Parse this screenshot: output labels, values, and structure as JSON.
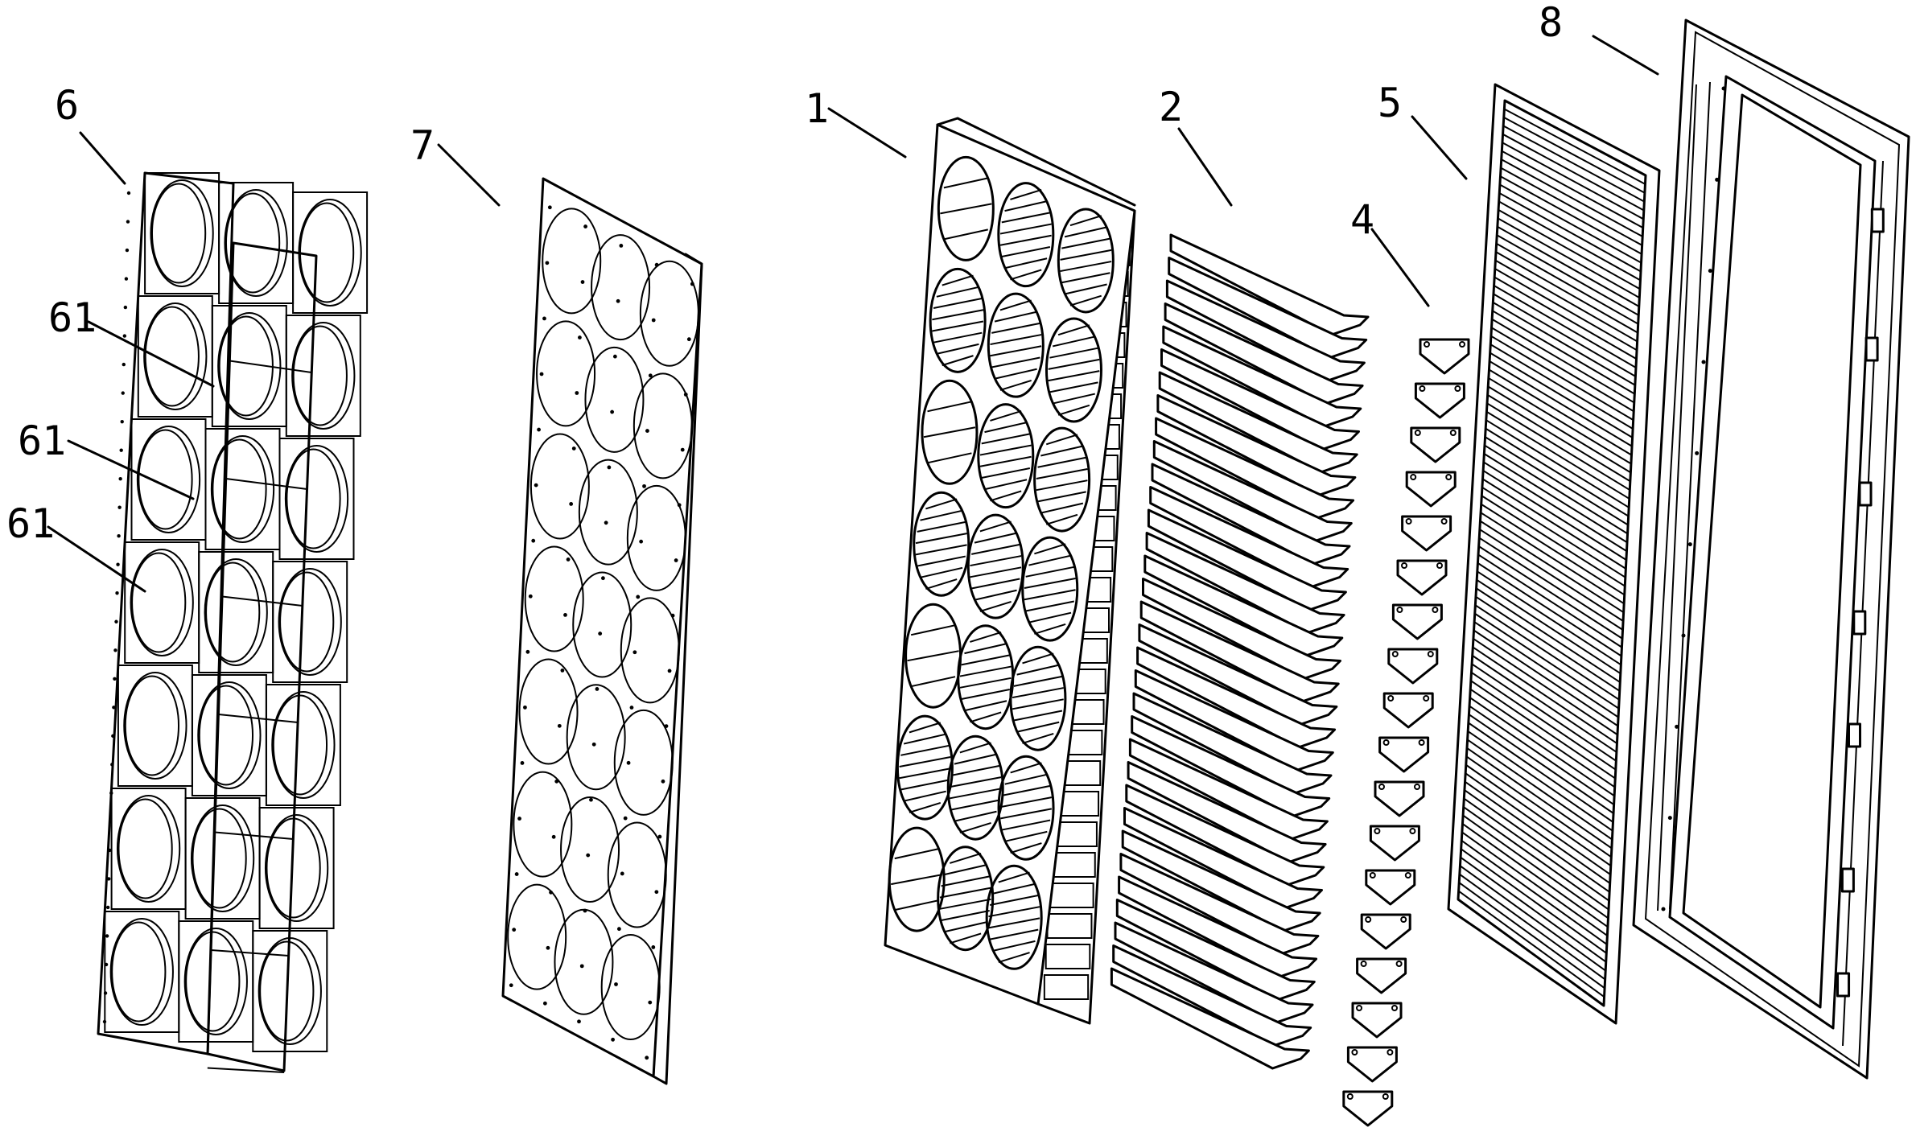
{
  "labels": {
    "part_1": "1",
    "part_2": "2",
    "part_4": "4",
    "part_5": "5",
    "part_6": "6",
    "part_7": "7",
    "part_8": "8",
    "part_61_a": "61",
    "part_61_b": "61",
    "part_61_c": "61"
  }
}
